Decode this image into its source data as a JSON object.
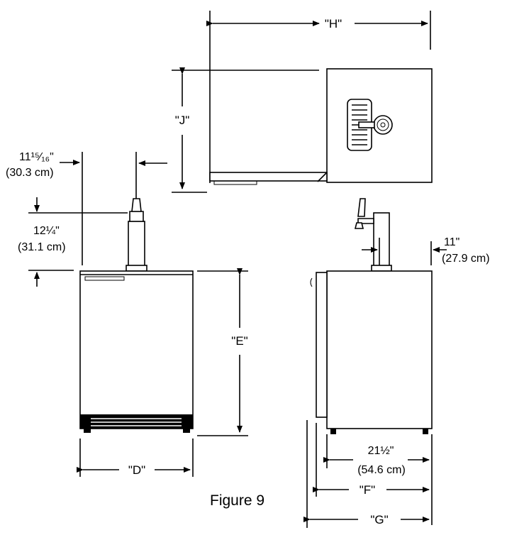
{
  "labels": {
    "H": "\"H\"",
    "J": "\"J\"",
    "E": "\"E\"",
    "D": "\"D\"",
    "F": "\"F\"",
    "G": "\"G\"",
    "tap_offset_in": "11¹⁵⁄₁₆\"",
    "tap_offset_cm": "(30.3 cm)",
    "tower_height_in": "12¼\"",
    "tower_height_cm": "(31.1 cm)",
    "side_tap_in": "11\"",
    "side_tap_cm": "(27.9 cm)",
    "depth_in": "21½\"",
    "depth_cm": "(54.6 cm)",
    "figure": "Figure 9"
  }
}
